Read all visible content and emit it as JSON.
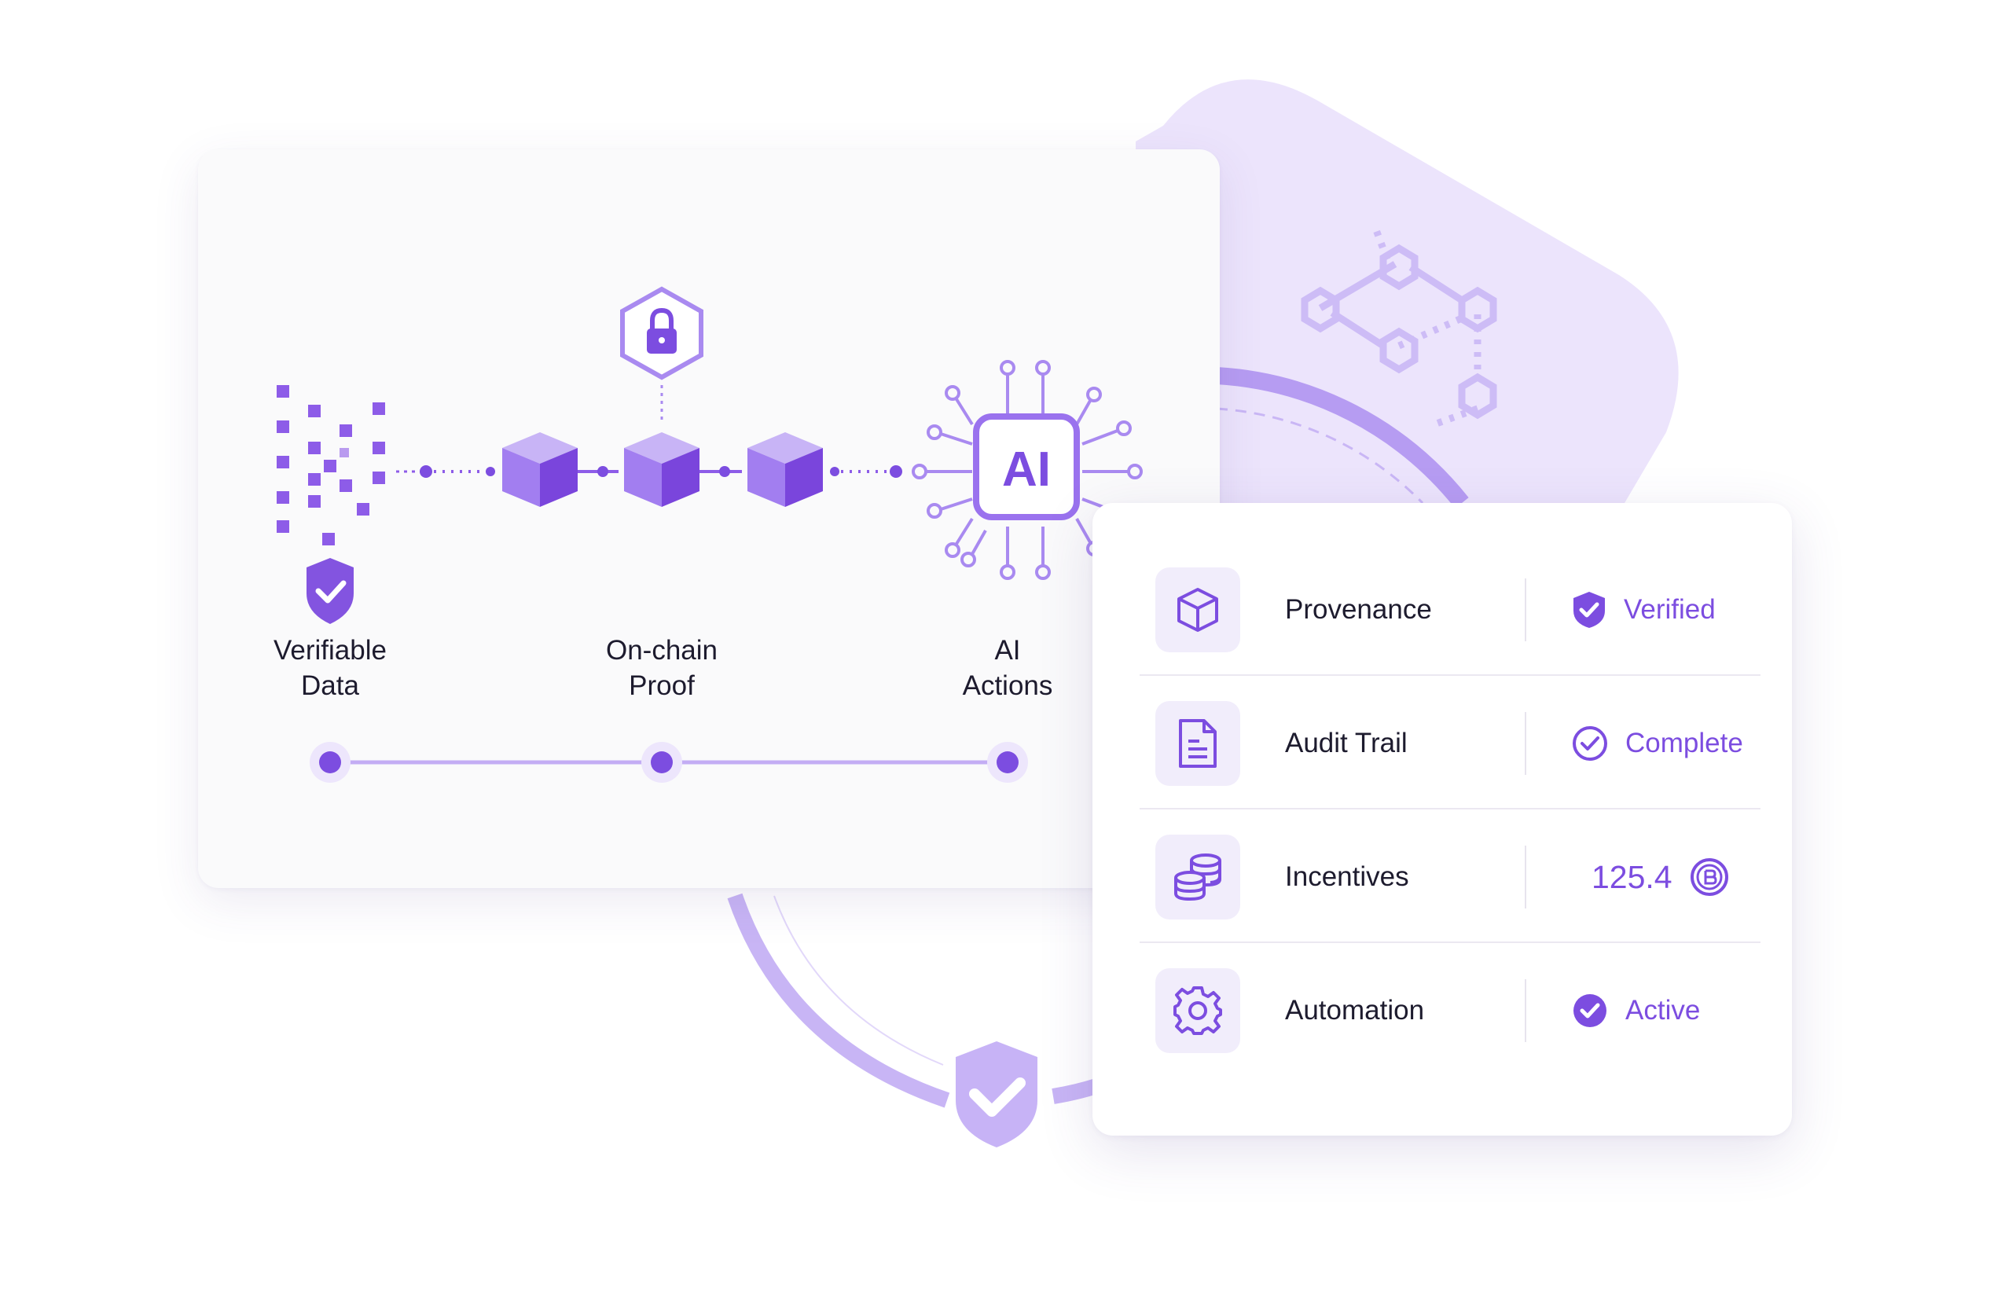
{
  "colors": {
    "accent": "#7c4de0",
    "accent_light": "#a98af0",
    "tint": "#ede6fc",
    "text": "#1d1b2e"
  },
  "flow": {
    "stages": [
      {
        "label": "Verifiable\nData",
        "icon": "shield-check-icon"
      },
      {
        "label": "On-chain\nProof",
        "icon": "padlock-icon"
      },
      {
        "label": "AI\nActions",
        "icon": "ai-chip-icon",
        "chip_text": "AI"
      }
    ],
    "chain_icon": "blockchain-cubes-icon"
  },
  "status_panel": {
    "rows": [
      {
        "label": "Provenance",
        "icon": "cube-icon",
        "status": "Verified",
        "status_icon": "shield-check-icon"
      },
      {
        "label": "Audit Trail",
        "icon": "document-icon",
        "status": "Complete",
        "status_icon": "circle-check-outline-icon"
      },
      {
        "label": "Incentives",
        "icon": "coins-stack-icon",
        "value": "125.4",
        "status_icon": "token-coin-icon"
      },
      {
        "label": "Automation",
        "icon": "gear-icon",
        "status": "Active",
        "status_icon": "circle-check-filled-icon"
      }
    ]
  }
}
